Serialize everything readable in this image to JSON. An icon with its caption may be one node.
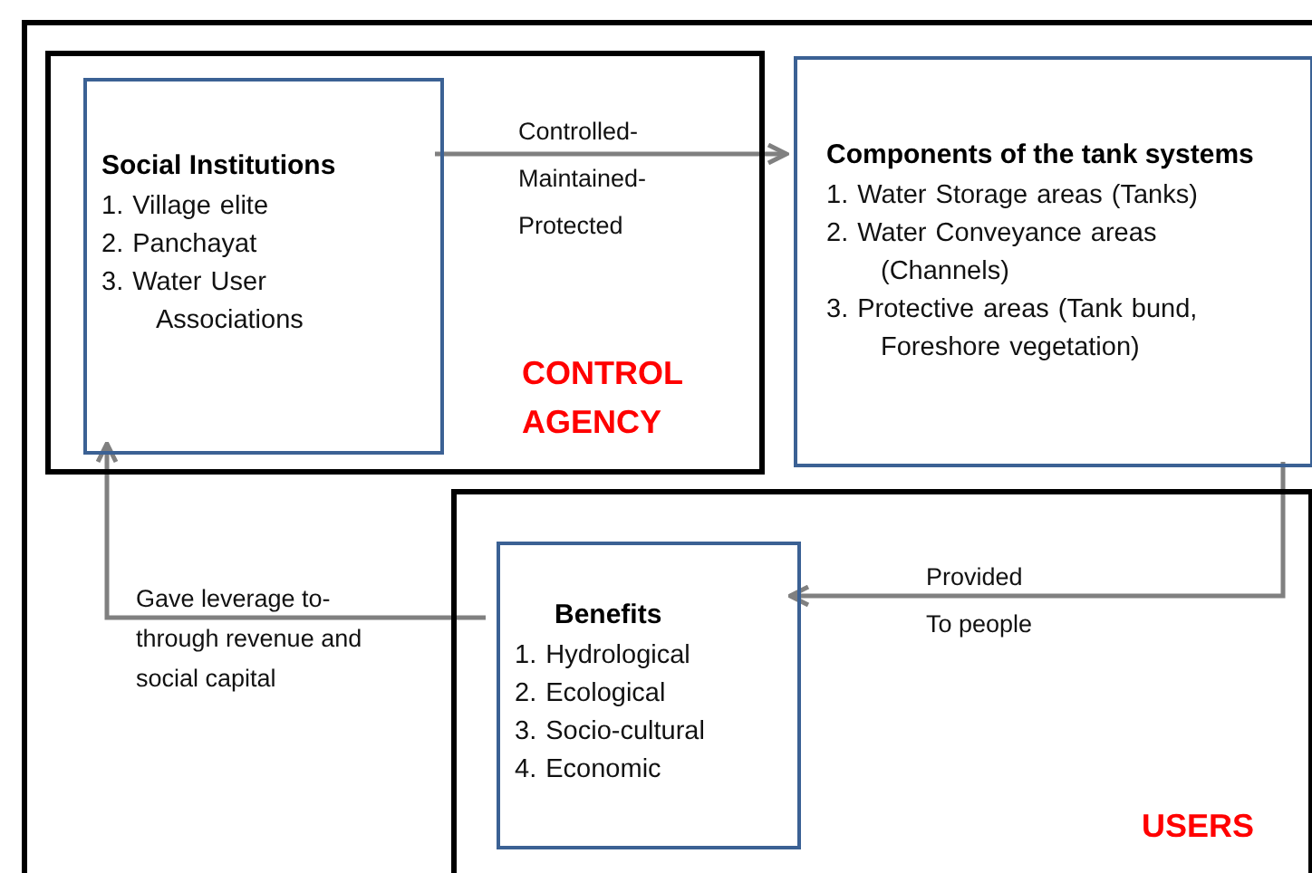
{
  "diagram": {
    "nodes": [
      {
        "text": [],
        "shape": "box"
      },
      {
        "text": [
          "CONTROL AGENCY"
        ],
        "in": 0
      },
      {
        "text": [
          "Social Institutions",
          "1. Village elite",
          "2. Panchayat",
          "3. Water User Associations"
        ],
        "in": 1
      },
      {
        "text": [
          "Components of the tank systems",
          "1. Water Storage areas (Tanks)",
          "2. Water Conveyance areas (Channels)",
          "3. Protective areas (Tank bund, Foreshore vegetation)"
        ],
        "in": 0
      },
      {
        "text": [
          "USERS"
        ],
        "in": 0
      },
      {
        "text": [
          "Benefits",
          "1. Hydrological",
          "2. Ecological",
          "3. Socio-cultural",
          "4. Economic"
        ],
        "in": 4
      }
    ],
    "edges": [
      {
        "from": 2,
        "to": 3,
        "arrow": "to",
        "label": "Controlled- Maintained- Protected"
      },
      {
        "from": 3,
        "to": 5,
        "arrow": "to",
        "label": "Provided To people"
      },
      {
        "from": 5,
        "to": 2,
        "arrow": "to",
        "label": "Gave leverage to-through revenue and social capital"
      }
    ]
  }
}
